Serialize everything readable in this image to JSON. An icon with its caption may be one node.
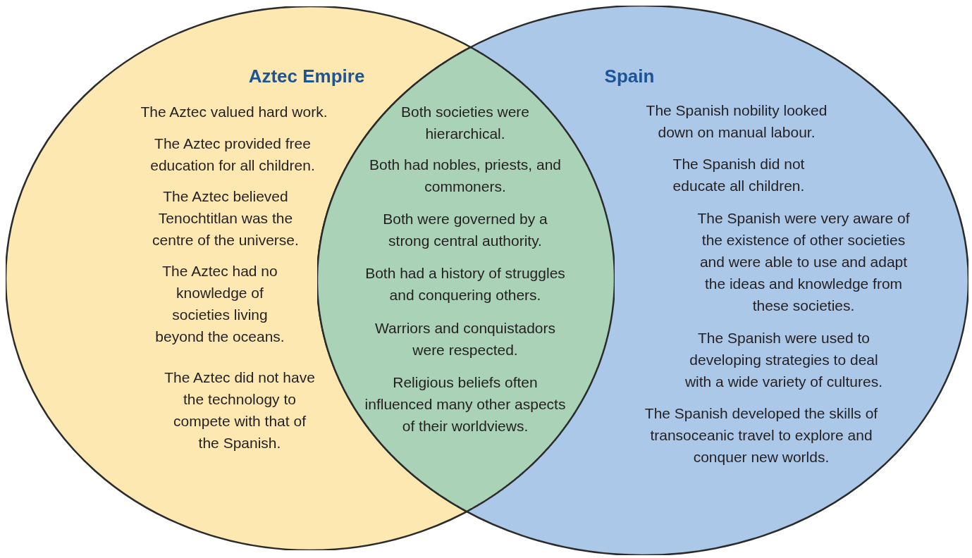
{
  "diagram": {
    "nodes": [
      {
        "text": [
          "Aztec Empire",
          "The Aztec valued hard work.",
          "The Aztec provided free education for all children.",
          "The Aztec believed Tenochtitlan was the centre of the universe.",
          "The Aztec had no knowledge of societies living beyond the oceans.",
          "The Aztec did not have the technology to compete with that of the Spanish."
        ]
      },
      {
        "text": [
          "Spain",
          "The Spanish nobility looked down on manual labour.",
          "The Spanish did not educate all children.",
          "The Spanish were very aware of the existence of other societies and were able to use and adapt the ideas and knowledge from these societies.",
          "The Spanish were used to developing strategies to deal with a wide variety of cultures.",
          "The Spanish developed the skills of transoceanic travel to explore and conquer new worlds."
        ]
      },
      {
        "text": [
          "Both societies were hierarchical.",
          "Both had nobles, priests, and commoners.",
          "Both were governed by a strong central authority.",
          "Both had a history of struggles and conquering others.",
          "Warriors and conquistadors were respected.",
          "Religious beliefs often influenced many other aspects of their worldviews."
        ]
      }
    ]
  }
}
